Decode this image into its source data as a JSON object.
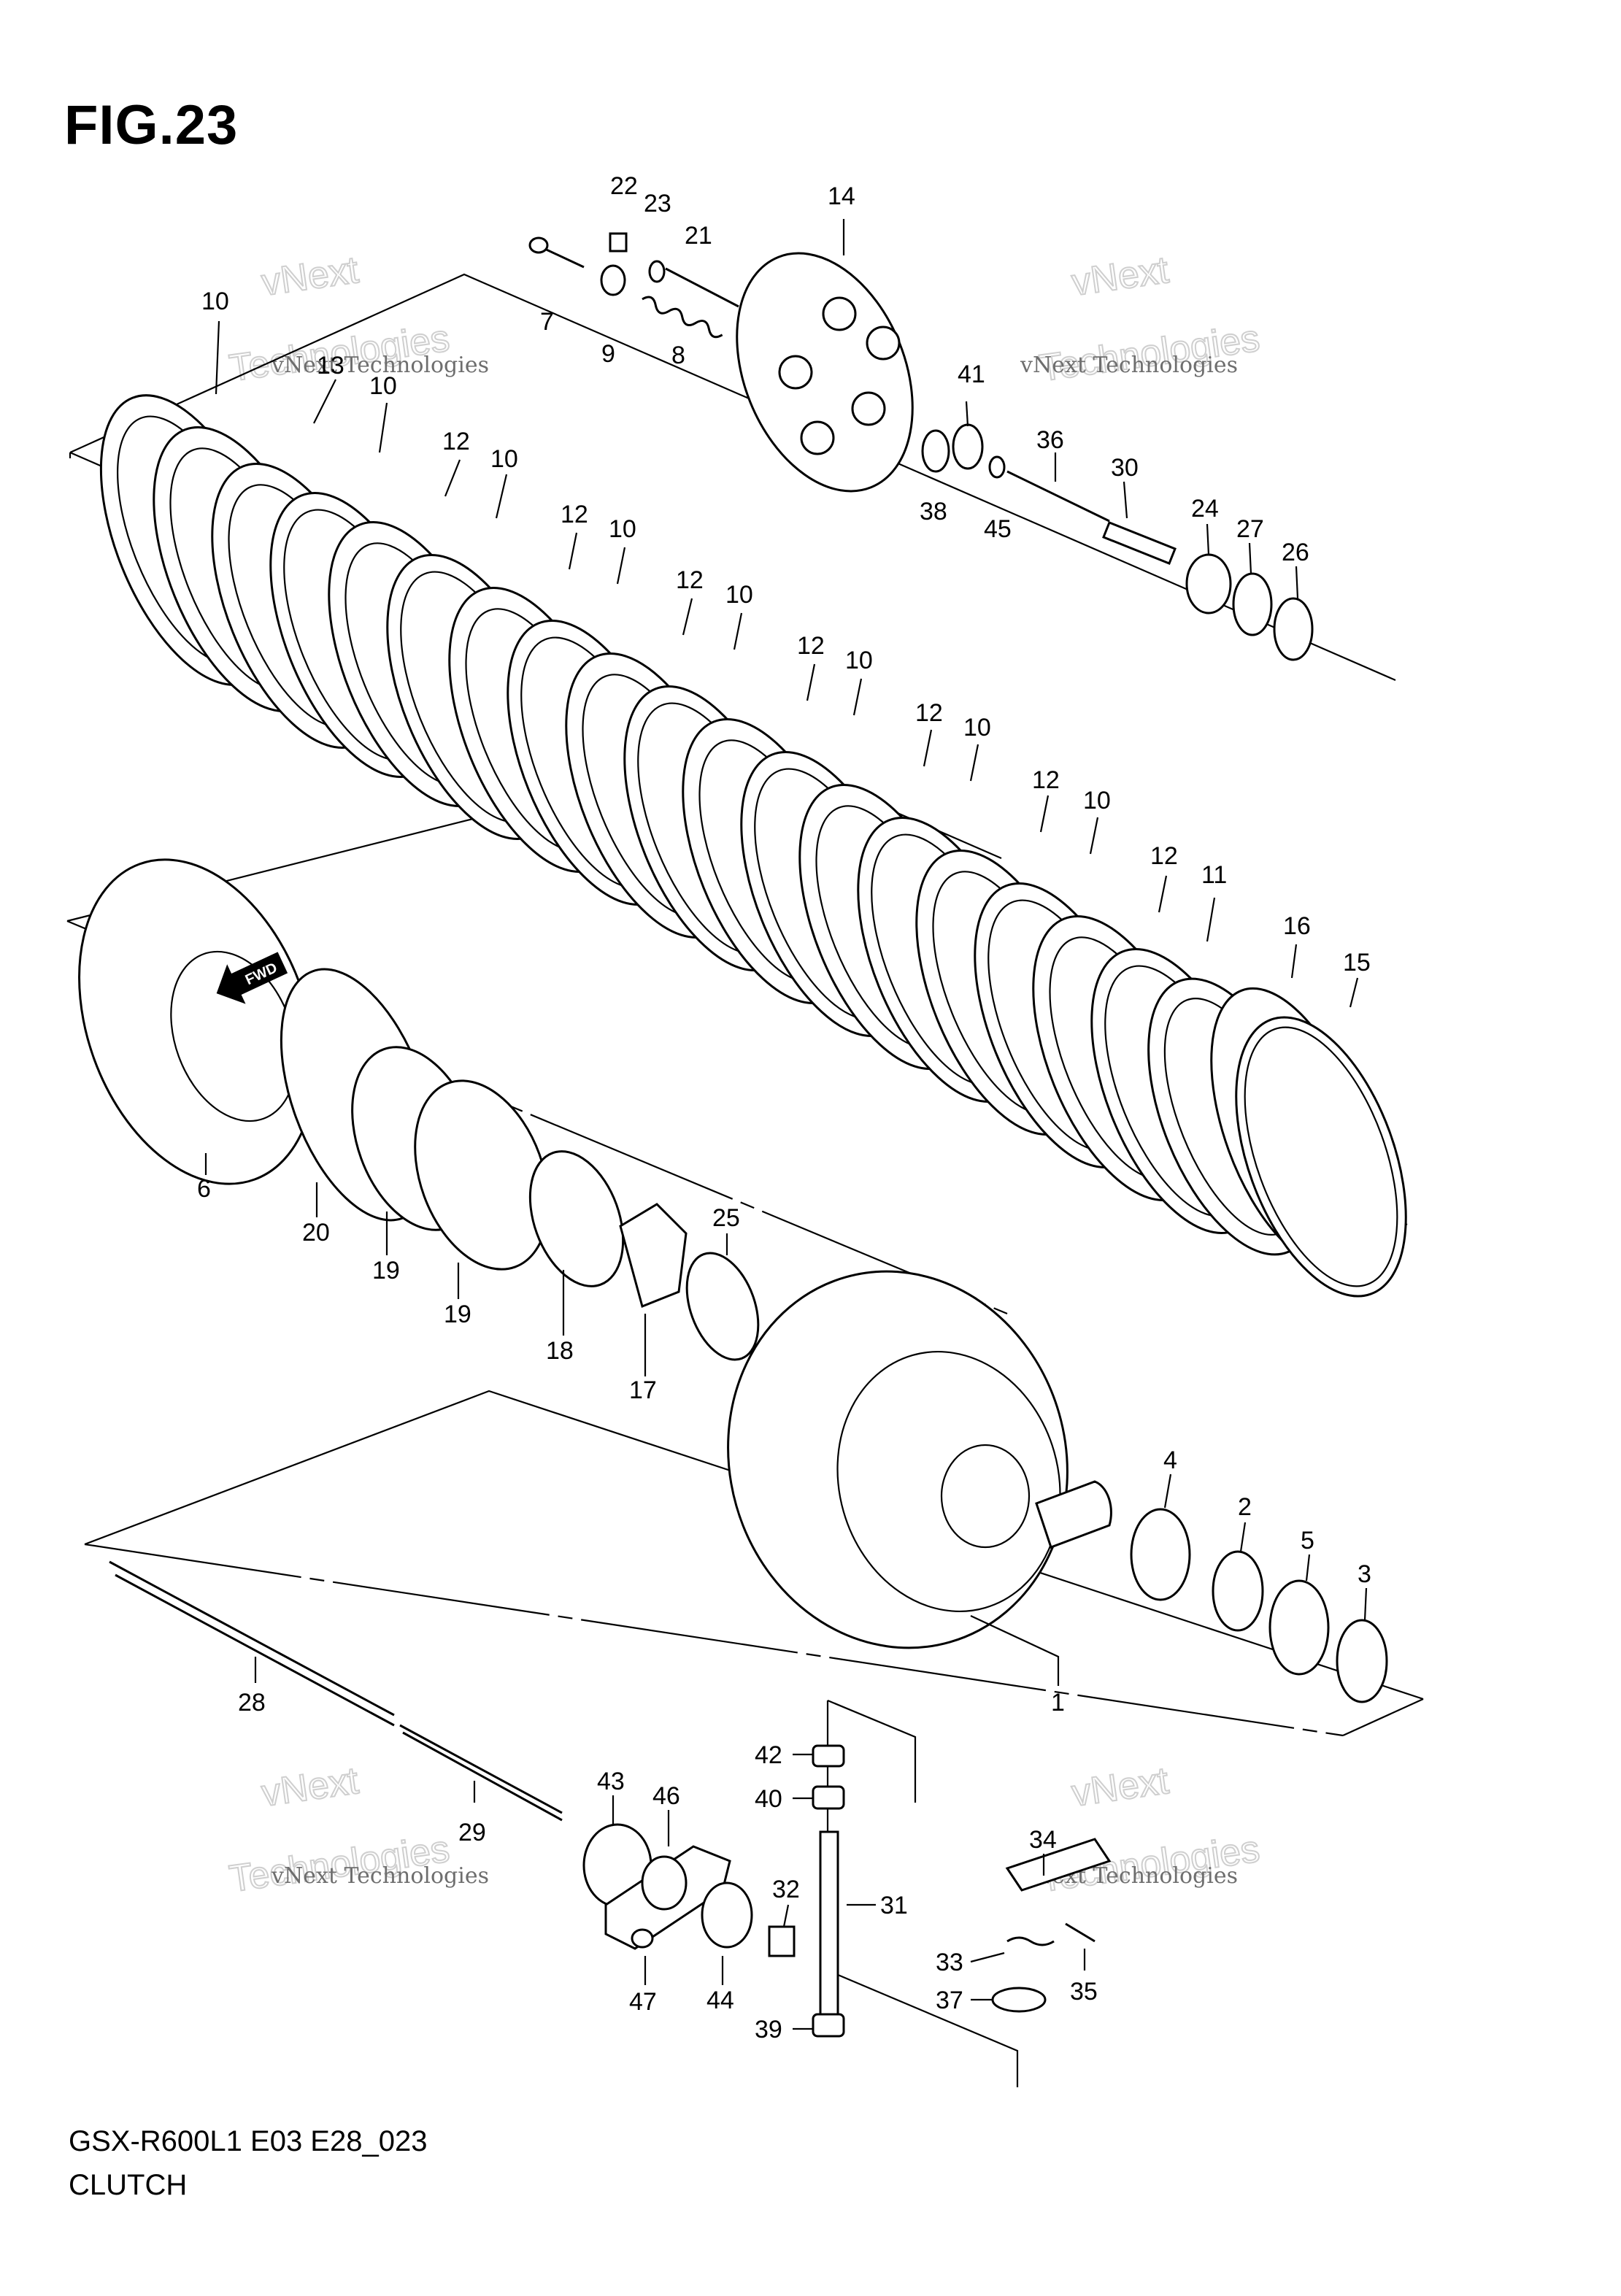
{
  "figure": {
    "title": "FIG.23",
    "model_code": "GSX-R600L1 E03 E28_023",
    "section_name": "CLUTCH",
    "direction_label": "FWD"
  },
  "watermark": {
    "line1": "vNext Technologies",
    "line2": "vNext",
    "line3": "Technologies"
  },
  "callouts": [
    {
      "id": "c10a",
      "text": "10"
    },
    {
      "id": "c13",
      "text": "13"
    },
    {
      "id": "c10b",
      "text": "10"
    },
    {
      "id": "c12a",
      "text": "12"
    },
    {
      "id": "c10c",
      "text": "10"
    },
    {
      "id": "c12b",
      "text": "12"
    },
    {
      "id": "c10d",
      "text": "10"
    },
    {
      "id": "c12c",
      "text": "12"
    },
    {
      "id": "c10e",
      "text": "10"
    },
    {
      "id": "c12d",
      "text": "12"
    },
    {
      "id": "c10f",
      "text": "10"
    },
    {
      "id": "c12e",
      "text": "12"
    },
    {
      "id": "c10g",
      "text": "10"
    },
    {
      "id": "c12f",
      "text": "12"
    },
    {
      "id": "c10h",
      "text": "10"
    },
    {
      "id": "c12g",
      "text": "12"
    },
    {
      "id": "c11",
      "text": "11"
    },
    {
      "id": "c16",
      "text": "16"
    },
    {
      "id": "c15",
      "text": "15"
    },
    {
      "id": "c22",
      "text": "22"
    },
    {
      "id": "c23",
      "text": "23"
    },
    {
      "id": "c21",
      "text": "21"
    },
    {
      "id": "c7",
      "text": "7"
    },
    {
      "id": "c9",
      "text": "9"
    },
    {
      "id": "c8",
      "text": "8"
    },
    {
      "id": "c14",
      "text": "14"
    },
    {
      "id": "c41",
      "text": "41"
    },
    {
      "id": "c36",
      "text": "36"
    },
    {
      "id": "c30",
      "text": "30"
    },
    {
      "id": "c38",
      "text": "38"
    },
    {
      "id": "c45",
      "text": "45"
    },
    {
      "id": "c24",
      "text": "24"
    },
    {
      "id": "c27",
      "text": "27"
    },
    {
      "id": "c26",
      "text": "26"
    },
    {
      "id": "c6",
      "text": "6"
    },
    {
      "id": "c20",
      "text": "20"
    },
    {
      "id": "c19a",
      "text": "19"
    },
    {
      "id": "c19b",
      "text": "19"
    },
    {
      "id": "c18",
      "text": "18"
    },
    {
      "id": "c17",
      "text": "17"
    },
    {
      "id": "c25",
      "text": "25"
    },
    {
      "id": "c4",
      "text": "4"
    },
    {
      "id": "c2",
      "text": "2"
    },
    {
      "id": "c5",
      "text": "5"
    },
    {
      "id": "c3",
      "text": "3"
    },
    {
      "id": "c1",
      "text": "1"
    },
    {
      "id": "c28",
      "text": "28"
    },
    {
      "id": "c29",
      "text": "29"
    },
    {
      "id": "c43",
      "text": "43"
    },
    {
      "id": "c46",
      "text": "46"
    },
    {
      "id": "c42",
      "text": "42"
    },
    {
      "id": "c40",
      "text": "40"
    },
    {
      "id": "c32",
      "text": "32"
    },
    {
      "id": "c31",
      "text": "31"
    },
    {
      "id": "c34",
      "text": "34"
    },
    {
      "id": "c33",
      "text": "33"
    },
    {
      "id": "c35",
      "text": "35"
    },
    {
      "id": "c37",
      "text": "37"
    },
    {
      "id": "c47",
      "text": "47"
    },
    {
      "id": "c44",
      "text": "44"
    },
    {
      "id": "c39",
      "text": "39"
    }
  ]
}
